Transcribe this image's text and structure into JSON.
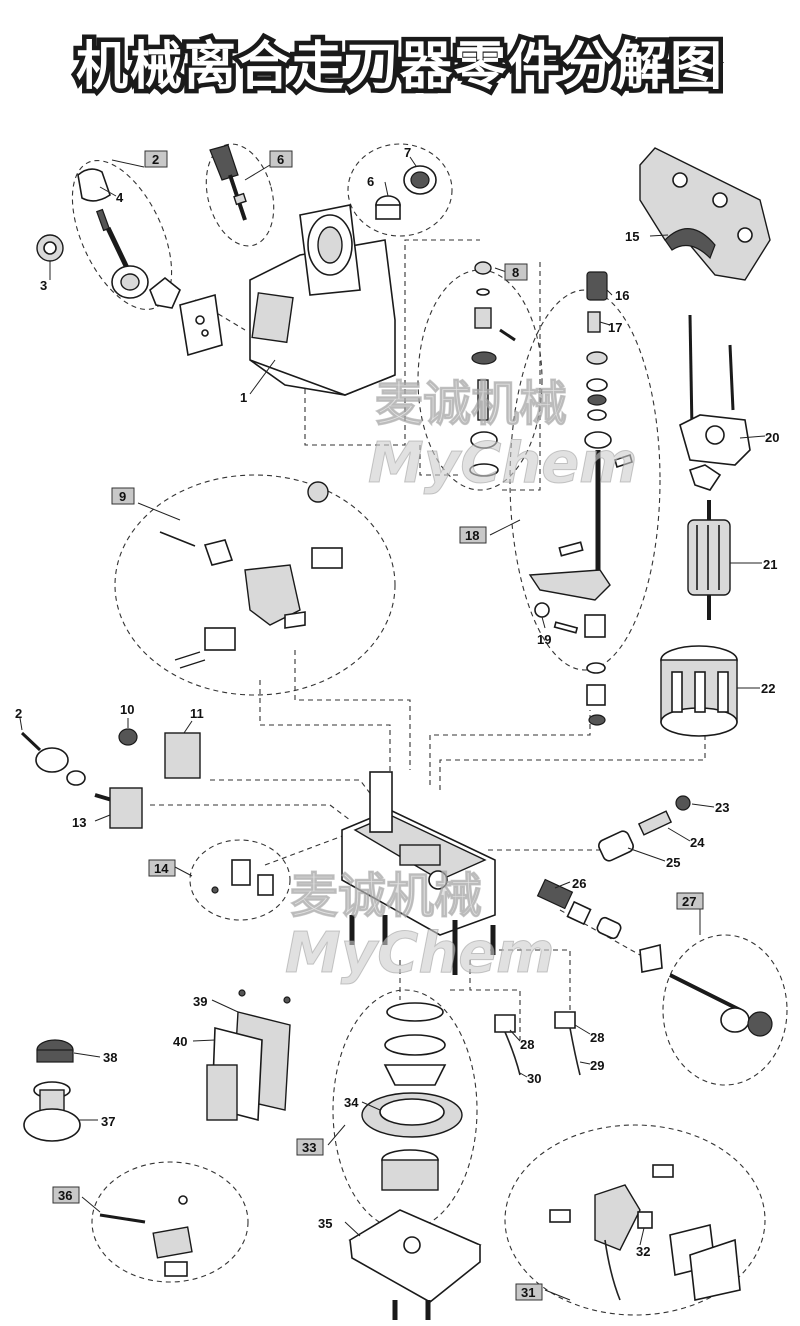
{
  "title": "机械离合走刀器零件分解图",
  "watermark": {
    "cn": "麦诚机械",
    "en": "MyChem"
  },
  "callouts": [
    {
      "id": "c1",
      "label": "1"
    },
    {
      "id": "c2a",
      "label": "2"
    },
    {
      "id": "c2b",
      "label": "2"
    },
    {
      "id": "c3",
      "label": "3"
    },
    {
      "id": "c4",
      "label": "4"
    },
    {
      "id": "c6a",
      "label": "6"
    },
    {
      "id": "c6b",
      "label": "6"
    },
    {
      "id": "c7",
      "label": "7"
    },
    {
      "id": "c8",
      "label": "8"
    },
    {
      "id": "c9",
      "label": "9"
    },
    {
      "id": "c10",
      "label": "10"
    },
    {
      "id": "c11",
      "label": "11"
    },
    {
      "id": "c13",
      "label": "13"
    },
    {
      "id": "c14",
      "label": "14"
    },
    {
      "id": "c15",
      "label": "15"
    },
    {
      "id": "c16",
      "label": "16"
    },
    {
      "id": "c17",
      "label": "17"
    },
    {
      "id": "c18",
      "label": "18"
    },
    {
      "id": "c19",
      "label": "19"
    },
    {
      "id": "c20",
      "label": "20"
    },
    {
      "id": "c21",
      "label": "21"
    },
    {
      "id": "c22",
      "label": "22"
    },
    {
      "id": "c23",
      "label": "23"
    },
    {
      "id": "c24",
      "label": "24"
    },
    {
      "id": "c25",
      "label": "25"
    },
    {
      "id": "c26",
      "label": "26"
    },
    {
      "id": "c27",
      "label": "27"
    },
    {
      "id": "c28a",
      "label": "28"
    },
    {
      "id": "c28b",
      "label": "28"
    },
    {
      "id": "c29",
      "label": "29"
    },
    {
      "id": "c30",
      "label": "30"
    },
    {
      "id": "c31",
      "label": "31"
    },
    {
      "id": "c32",
      "label": "32"
    },
    {
      "id": "c33",
      "label": "33"
    },
    {
      "id": "c34",
      "label": "34"
    },
    {
      "id": "c35",
      "label": "35"
    },
    {
      "id": "c36",
      "label": "36"
    },
    {
      "id": "c37",
      "label": "37"
    },
    {
      "id": "c38",
      "label": "38"
    },
    {
      "id": "c39",
      "label": "39"
    },
    {
      "id": "c40",
      "label": "40"
    }
  ]
}
